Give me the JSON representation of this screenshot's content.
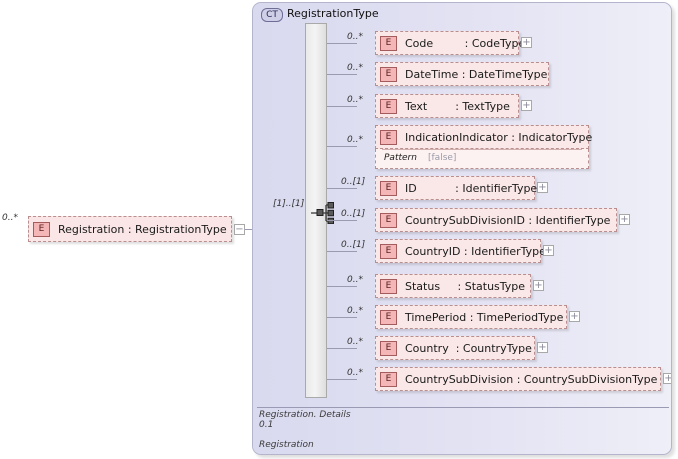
{
  "diagram": {
    "type": "xsd-schema-element-diagram",
    "root_element": {
      "badge": "E",
      "cardinality": "0..*",
      "label": "Registration : RegistrationType",
      "expander": "−"
    },
    "complex_type": {
      "badge": "CT",
      "title": "RegistrationType",
      "compositor": {
        "kind": "sequence-icon",
        "cardinality": "[1]..[1]"
      },
      "footer": {
        "line1": "Registration. Details",
        "line2": "0.1",
        "line3": "Registration"
      },
      "children": [
        {
          "badge": "E",
          "cardinality": "0..*",
          "label": "Code         : CodeType",
          "expander": "+"
        },
        {
          "badge": "E",
          "cardinality": "0..*",
          "label": "DateTime : DateTimeType",
          "expander": ""
        },
        {
          "badge": "E",
          "cardinality": "0..*",
          "label": "Text        : TextType",
          "expander": "+"
        },
        {
          "badge": "E",
          "cardinality": "0..*",
          "label": "IndicationIndicator : IndicatorType",
          "expander": "",
          "facet": {
            "name": "Pattern",
            "value": "[false]"
          }
        },
        {
          "badge": "E",
          "cardinality": "0..[1]",
          "label": "ID           : IdentifierType",
          "expander": "+"
        },
        {
          "badge": "E",
          "cardinality": "0..[1]",
          "label": "CountrySubDivisionID : IdentifierType",
          "expander": "+"
        },
        {
          "badge": "E",
          "cardinality": "0..[1]",
          "label": "CountryID : IdentifierType",
          "expander": "+"
        },
        {
          "badge": "E",
          "cardinality": "0..*",
          "label": "Status     : StatusType",
          "expander": "+"
        },
        {
          "badge": "E",
          "cardinality": "0..*",
          "label": "TimePeriod : TimePeriodType",
          "expander": "+"
        },
        {
          "badge": "E",
          "cardinality": "0..*",
          "label": "Country  : CountryType",
          "expander": "+"
        },
        {
          "badge": "E",
          "cardinality": "0..*",
          "label": "CountrySubDivision : CountrySubDivisionType",
          "expander": "+"
        }
      ]
    },
    "colors": {
      "element_fill": "#fae6e6",
      "element_border": "#b98e8e",
      "badge_fill": "#f4b6b6",
      "panel_fill": "#dcdcf0",
      "panel_border": "#b4b4cd",
      "connector": "#9a9ab0"
    }
  }
}
